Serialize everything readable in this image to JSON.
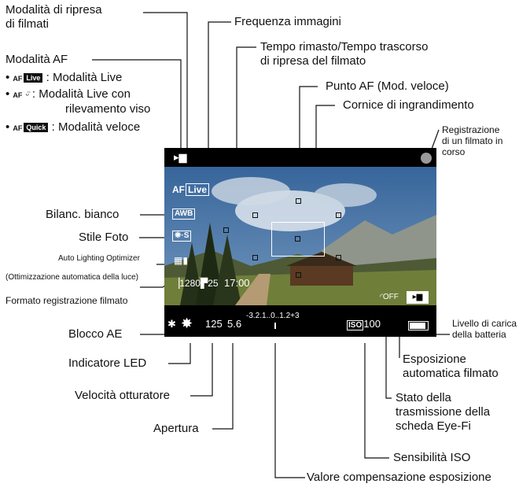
{
  "labels": {
    "modalita_ripresa": [
      "Modalità di ripresa",
      "di filmati"
    ],
    "frequenza": "Frequenza immagini",
    "tempo": [
      "Tempo rimasto/Tempo trascorso",
      "di ripresa del filmato"
    ],
    "modalita_af": "Modalità AF",
    "af_modes": [
      {
        "prefix": "AF",
        "badge": "Live",
        "text": ":  Modalità Live"
      },
      {
        "prefix": "AF",
        "badge": "ᵕ̈",
        "text": ":  Modalità Live con"
      },
      {
        "prefix": "AF",
        "badge": "Quick",
        "text": ":  Modalità veloce"
      }
    ],
    "af_mode_2_line2": "rilevamento viso",
    "punto_af": "Punto AF (Mod. veloce)",
    "cornice": "Cornice di ingrandimento",
    "registrazione": [
      "Registrazione",
      "di un filmato in",
      "corso"
    ],
    "bilanc": "Bilanc. bianco",
    "stile": "Stile Foto",
    "alo": [
      "Auto Lighting Optimizer",
      "(Ottimizzazione automatica della luce)"
    ],
    "formato": "Formato registrazione filmato",
    "blocco": "Blocco AE",
    "livello": [
      "Livello di carica",
      "della batteria"
    ],
    "esposizione": [
      "Esposizione",
      "automatica filmato"
    ],
    "led": "Indicatore LED",
    "stato": [
      "Stato della",
      "trasmissione della",
      "scheda Eye-Fi"
    ],
    "otturatore": "Velocità otturatore",
    "apertura": "Apertura",
    "iso": "Sensibilità ISO",
    "compensazione": "Valore compensazione esposizione"
  },
  "screen": {
    "af_live": "Live",
    "awb": "AWB",
    "stile_icon": "S",
    "size": "1280",
    "fps": "25",
    "time": "17:00",
    "shutter": "125",
    "aperture": "5.6",
    "scale": "-3.2.1..0..1.2+3",
    "iso_label": "ISO",
    "iso_value": "100",
    "ae_lock": "✱",
    "led": "✸"
  },
  "colors": {
    "sky": "#3d6fa8",
    "mountain": "#8a8f86",
    "meadow": "#6b7a3a",
    "bar": "#000000"
  }
}
